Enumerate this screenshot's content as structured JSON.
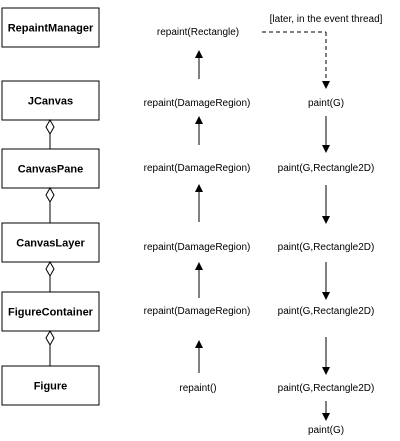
{
  "classes": [
    "RepaintManager",
    "JCanvas",
    "CanvasPane",
    "CanvasLayer",
    "FigureContainer",
    "Figure"
  ],
  "repaint_calls": [
    "repaint(Rectangle)",
    "repaint(DamageRegion)",
    "repaint(DamageRegion)",
    "repaint(DamageRegion)",
    "repaint(DamageRegion)",
    "repaint()"
  ],
  "paint_calls": [
    "paint(G)",
    "paint(G,Rectangle2D)",
    "paint(G,Rectangle2D)",
    "paint(G,Rectangle2D)",
    "paint(G,Rectangle2D)",
    "paint(G)"
  ],
  "note": "[later, in the event thread]"
}
